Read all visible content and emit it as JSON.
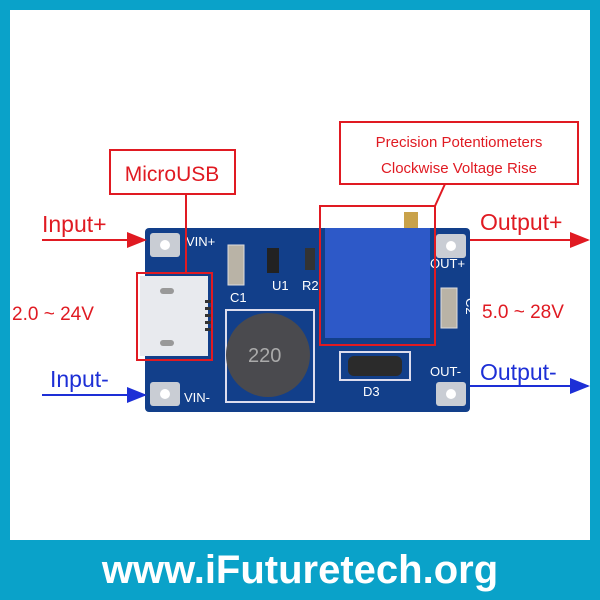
{
  "labels": {
    "potentiometer_line1": "Precision Potentiometers",
    "potentiometer_line2": "Clockwise Voltage Rise",
    "microusb": "MicroUSB",
    "input_plus": "Input+",
    "input_minus": "Input-",
    "input_range": "2.0 ~ 24V",
    "output_plus": "Output+",
    "output_minus": "Output-",
    "output_range": "5.0 ~ 28V"
  },
  "board": {
    "vin_plus": "VIN+",
    "vin_minus": "VIN-",
    "out_plus": "OUT+",
    "out_minus": "OUT-",
    "c1": "C1",
    "c2": "C2",
    "u1": "U1",
    "r2": "R2",
    "d3": "D3",
    "inductor": "220"
  },
  "footer": {
    "website": "www.iFuturetech.org"
  },
  "colors": {
    "frame": "#0aa2c9",
    "annotation_red": "#e01a22",
    "annotation_blue": "#1d2fd6",
    "pcb": "#123f8a",
    "potentiometer": "#2d59c8"
  }
}
